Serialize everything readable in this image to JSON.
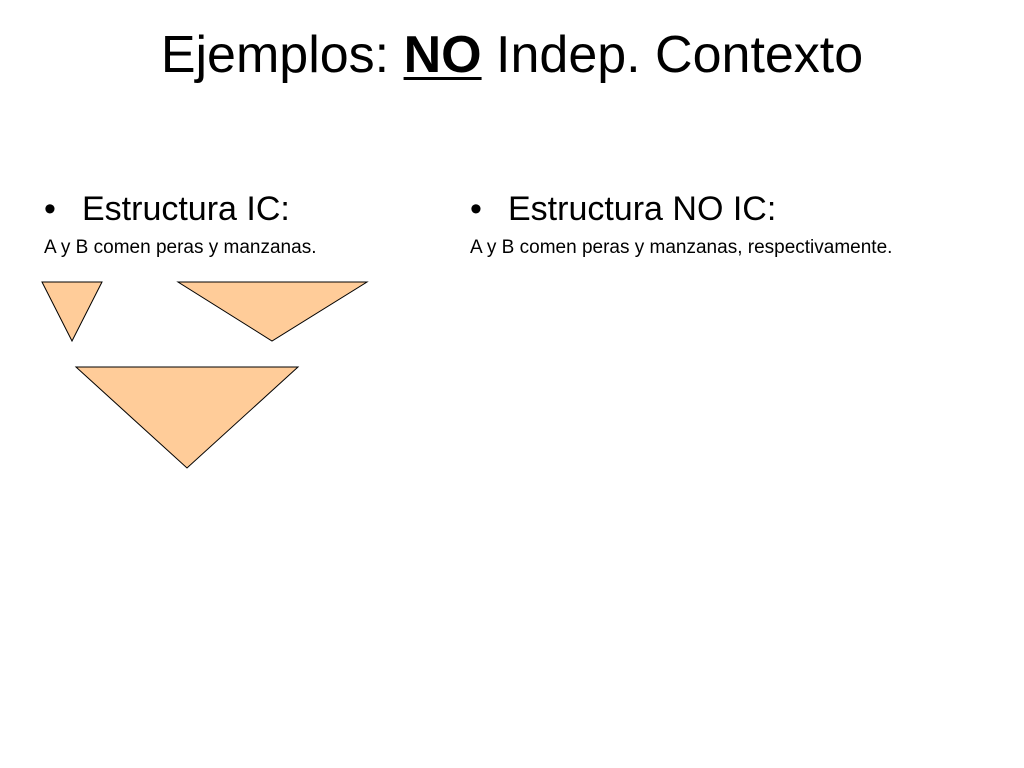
{
  "title": {
    "prefix": "Ejemplos: ",
    "emphasis": "NO",
    "suffix": " Indep. Contexto"
  },
  "left": {
    "bullet": "•",
    "heading": "Estructura IC:",
    "sentence": "A y B comen peras y manzanas."
  },
  "right": {
    "bullet": "•",
    "heading": "Estructura NO IC:",
    "sentence": "A y B comen peras y manzanas, respectivamente."
  },
  "colors": {
    "triangle_fill": "#FFCC99",
    "triangle_stroke": "#000000"
  }
}
